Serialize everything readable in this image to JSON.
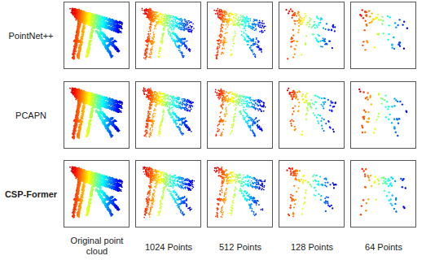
{
  "diagram": {
    "labels": [
      "PointNet++",
      "PCAPN",
      "CSP-Former",
      "Original point cloud",
      "1024 Points",
      "512 Points",
      "128 Points",
      "64 Points"
    ]
  }
}
